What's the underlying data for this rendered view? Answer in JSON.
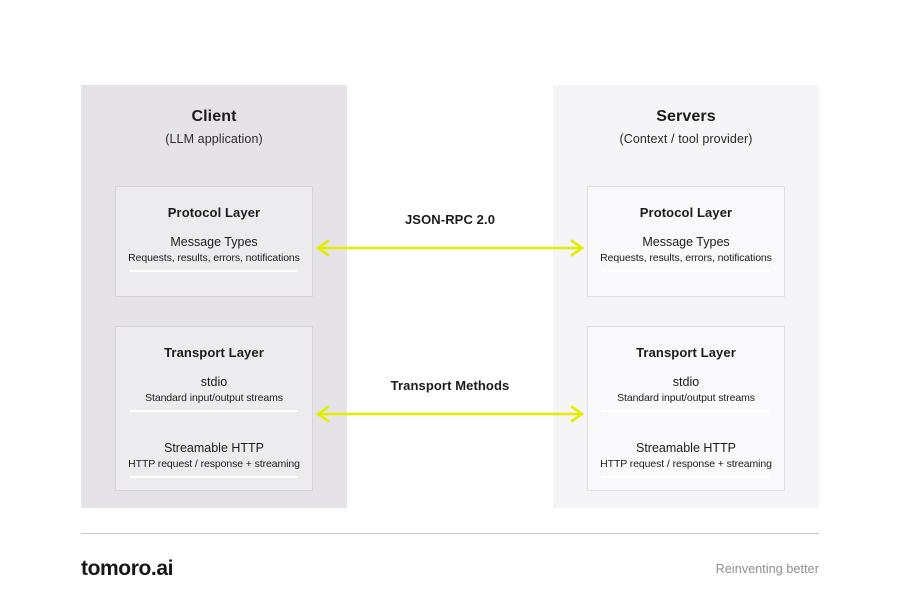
{
  "diagram": {
    "panels": [
      {
        "id": "client",
        "title": "Client",
        "subtitle": "(LLM application)",
        "cards": [
          {
            "title": "Protocol Layer",
            "blocks": [
              {
                "main": "Message Types",
                "desc": "Requests, results, errors, notifications"
              }
            ]
          },
          {
            "title": "Transport Layer",
            "blocks": [
              {
                "main": "stdio",
                "desc": "Standard input/output streams"
              },
              {
                "main": "Streamable HTTP",
                "desc": "HTTP request / response + streaming"
              }
            ]
          }
        ]
      },
      {
        "id": "servers",
        "title": "Servers",
        "subtitle": "(Context / tool provider)",
        "cards": [
          {
            "title": "Protocol Layer",
            "blocks": [
              {
                "main": "Message Types",
                "desc": "Requests, results, errors, notifications"
              }
            ]
          },
          {
            "title": "Transport Layer",
            "blocks": [
              {
                "main": "stdio",
                "desc": "Standard input/output streams"
              },
              {
                "main": "Streamable HTTP",
                "desc": "HTTP request / response + streaming"
              }
            ]
          }
        ]
      }
    ],
    "connectors": [
      {
        "label": "JSON-RPC 2.0",
        "icon": "double-headed-arrow-icon"
      },
      {
        "label": "Transport Methods",
        "icon": "double-headed-arrow-icon"
      }
    ]
  },
  "footer": {
    "logo": "tomoro.ai",
    "tagline": "Reinventing better"
  },
  "colors": {
    "panel_client_bg": "#e5e3e8",
    "panel_servers_bg": "#f5f4f7",
    "arrow": "#e2ed00",
    "text": "#1b1b1f",
    "tagline": "#8d8b93"
  }
}
